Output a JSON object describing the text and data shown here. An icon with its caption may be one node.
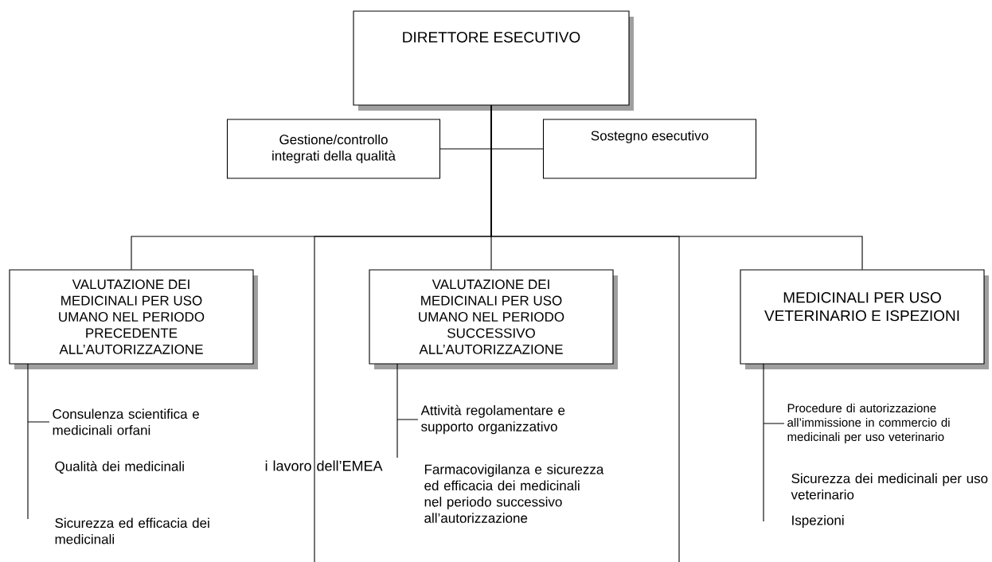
{
  "diagram": {
    "nodes": [
      {
        "text": [
          "DIRETTORE ESECUTIVO"
        ]
      },
      {
        "text": [
          "Gestione/controllo integrati della qualità"
        ]
      },
      {
        "text": [
          "Sostegno esecutivo"
        ]
      },
      {
        "text": [
          "VALUTAZIONE DEI MEDICINALI PER USO UMANO NEL PERIODO PRECEDENTE ALL’AUTORIZZAZIONE"
        ]
      },
      {
        "text": [
          "VALUTAZIONE DEI MEDICINALI PER USO UMANO NEL PERIODO SUCCESSIVO ALL’AUTORIZZAZIONE"
        ]
      },
      {
        "text": [
          "MEDICINALI PER USO VETERINARIO E ISPEZIONI"
        ]
      },
      {
        "text": [
          "Consulenza scientifica e medicinali orfani"
        ]
      },
      {
        "text": [
          "Attività regolamentare e supporto organizzativo"
        ]
      },
      {
        "text": [
          "Procedure di autorizzazione all’immissione in commercio di medicinali per uso veterinario"
        ]
      }
    ],
    "edges": [
      {
        "from": 0,
        "to": 1,
        "arrow": "none"
      },
      {
        "from": 0,
        "to": 2,
        "arrow": "none"
      },
      {
        "from": 0,
        "to": 3,
        "arrow": "none"
      },
      {
        "from": 0,
        "to": null,
        "arrow": "none"
      },
      {
        "from": 0,
        "to": 4,
        "arrow": "none"
      },
      {
        "from": 0,
        "to": null,
        "arrow": "none"
      },
      {
        "from": 0,
        "to": 5,
        "arrow": "none"
      },
      {
        "from": 3,
        "to": 6,
        "arrow": "none"
      },
      {
        "from": 4,
        "to": 7,
        "arrow": "none"
      },
      {
        "from": 5,
        "to": 8,
        "arrow": "none"
      }
    ],
    "labels": [
      "Qualità dei medicinali",
      "Sicurezza ed efficacia dei medicinali",
      "i lavoro dell’EMEA",
      "Farmacovigilanza e sicurezza ed efficacia dei medicinali nel periodo successivo all’autorizzazione",
      "Sicurezza dei medicinali per uso veterinario",
      "Ispezioni"
    ]
  }
}
